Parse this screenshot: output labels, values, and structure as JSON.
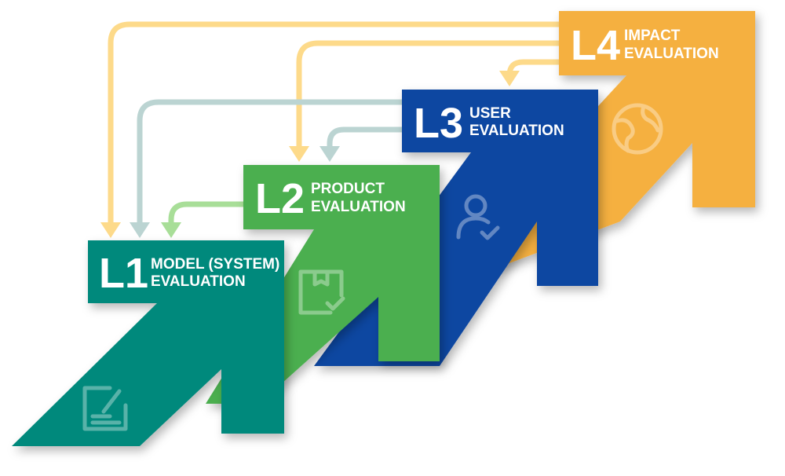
{
  "levels": [
    {
      "id": "l1",
      "label": "L1",
      "title_line1": "MODEL (SYSTEM)",
      "title_line2": "EVALUATION",
      "color": "#00897B",
      "icon": "edit-document-icon"
    },
    {
      "id": "l2",
      "label": "L2",
      "title_line1": "PRODUCT",
      "title_line2": "EVALUATION",
      "color": "#4CAF50",
      "icon": "product-box-check-icon"
    },
    {
      "id": "l3",
      "label": "L3",
      "title_line1": "USER",
      "title_line2": "EVALUATION",
      "color": "#0D47A1",
      "icon": "user-check-icon"
    },
    {
      "id": "l4",
      "label": "L4",
      "title_line1": "IMPACT",
      "title_line2": "EVALUATION",
      "color": "#F5B041",
      "icon": "globe-icon"
    }
  ],
  "connector_colors": {
    "from_l4": "#FDDA8A",
    "from_l3": "#BBD4D2",
    "from_l2": "#A8DE98"
  }
}
